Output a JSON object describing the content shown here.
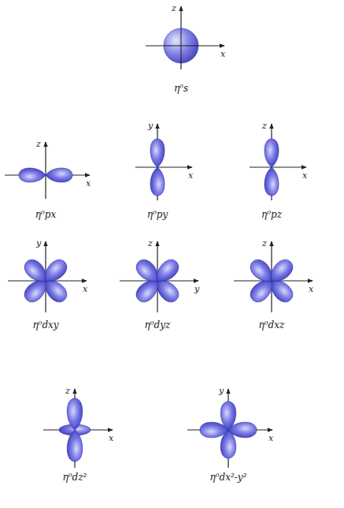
{
  "diagram": {
    "labels": [
      "z",
      "x",
      "η⁰s",
      "z",
      "x",
      "η⁰px",
      "y",
      "x",
      "η⁰py",
      "z",
      "x",
      "η⁰pz",
      "y",
      "x",
      "η⁰dxy",
      "z",
      "y",
      "η⁰dyz",
      "z",
      "x",
      "η⁰dxz",
      "z",
      "x",
      "η⁰dz²",
      "y",
      "x",
      "η⁰dx²-y²"
    ]
  }
}
